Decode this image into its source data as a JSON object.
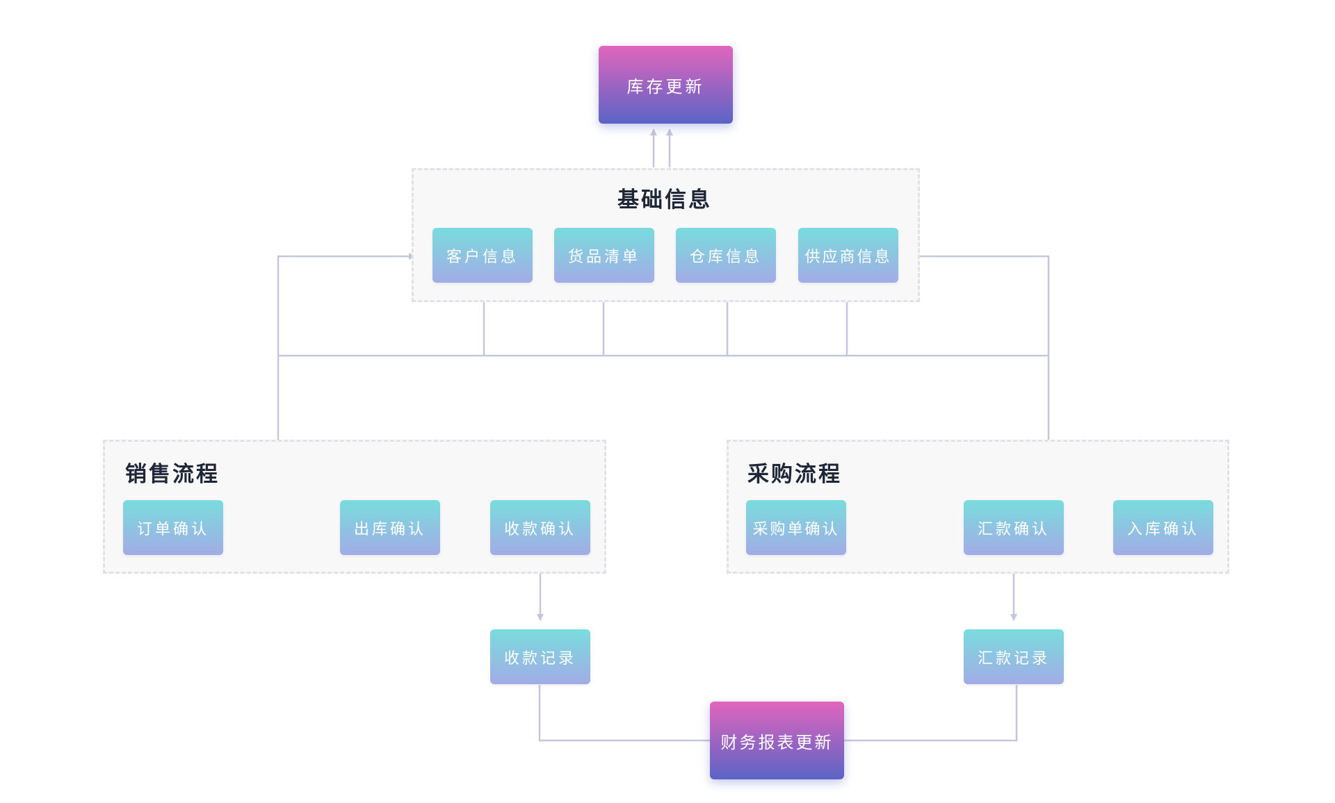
{
  "top": {
    "inventory_update": "库存更新"
  },
  "basic_info": {
    "title": "基础信息",
    "items": [
      "客户信息",
      "货品清单",
      "仓库信息",
      "供应商信息"
    ]
  },
  "sales": {
    "title": "销售流程",
    "steps": [
      "订单确认",
      "出库确认",
      "收款确认"
    ],
    "record": "收款记录"
  },
  "purchase": {
    "title": "采购流程",
    "steps": [
      "采购单确认",
      "汇款确认",
      "入库确认"
    ],
    "record": "汇款记录"
  },
  "bottom": {
    "finance_update": "财务报表更新"
  },
  "colors": {
    "teal_top": "#79dcdd",
    "teal_bottom": "#a2ace6",
    "pink_top": "#e165bd",
    "pink_bottom": "#5a64c6",
    "connector": "#c4c6dd",
    "group_border": "#e1e1e6"
  }
}
